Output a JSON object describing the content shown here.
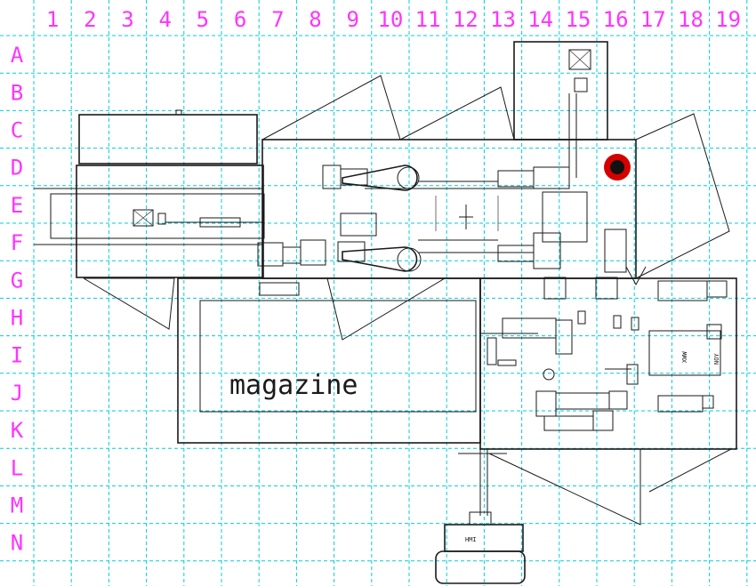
{
  "grid": {
    "columns": [
      "1",
      "2",
      "3",
      "4",
      "5",
      "6",
      "7",
      "8",
      "9",
      "10",
      "11",
      "12",
      "13",
      "14",
      "15",
      "16",
      "17",
      "18",
      "19"
    ],
    "rows": [
      "A",
      "B",
      "C",
      "D",
      "E",
      "F",
      "G",
      "H",
      "I",
      "J",
      "K",
      "L",
      "M",
      "N"
    ]
  },
  "labels": {
    "magazine": "magazine",
    "hmi": "HMI",
    "side_text_1": "XWW",
    "side_text_2": "NOY"
  },
  "colors": {
    "grid": "#00cfd8",
    "labels": "#ff33ff",
    "lines": "#1a1a1a",
    "estop_outer": "#d40000",
    "estop_inner": "#111111"
  }
}
